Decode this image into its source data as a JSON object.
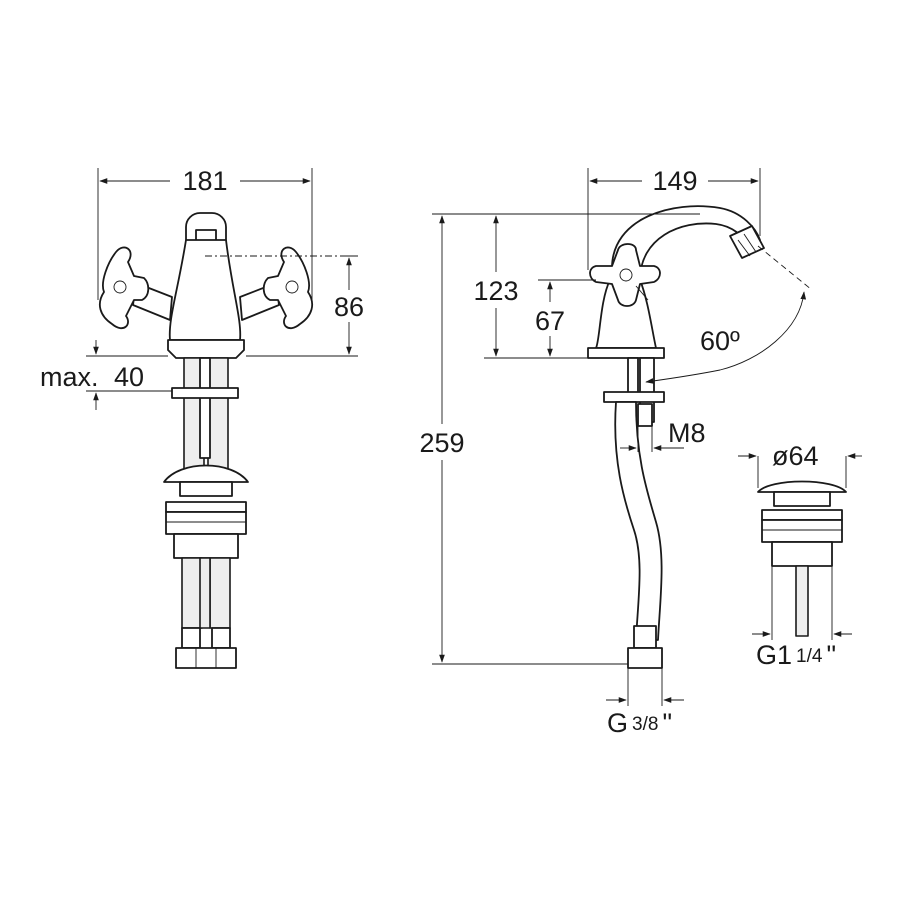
{
  "dimensions": {
    "width_front": "181",
    "height_front": "86",
    "max_thickness_label": "max.",
    "max_thickness_value": "40",
    "width_side": "149",
    "height_spout": "123",
    "height_handle": "67",
    "angle": "60º",
    "total_length": "259",
    "stud_thread": "M8",
    "waste_diameter": "ø64",
    "waste_thread_prefix": "G1",
    "waste_thread_fraction": "1/4",
    "waste_thread_suffix": "\"",
    "hose_thread_prefix": "G",
    "hose_thread_fraction": "3/8",
    "hose_thread_suffix": "\""
  }
}
